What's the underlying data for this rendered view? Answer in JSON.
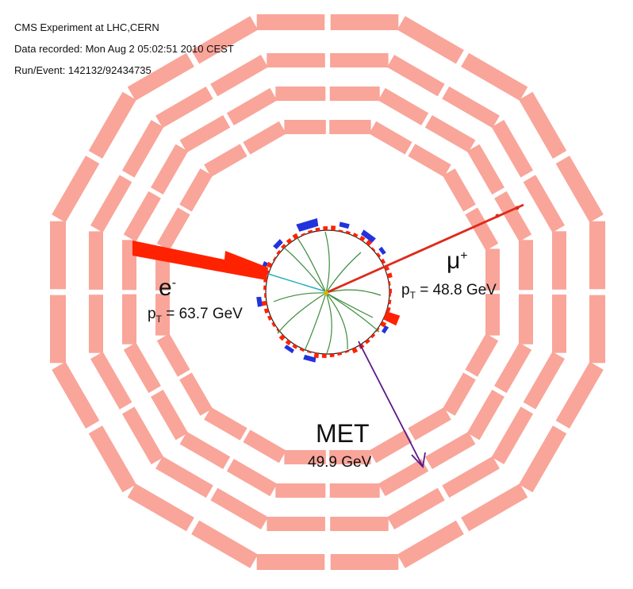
{
  "event_info": {
    "experiment": "CMS Experiment at LHC,CERN",
    "recorded": "Data recorded: Mon Aug 2 05:02:51 2010 CEST",
    "run_event": "Run/Event: 142132/92434735"
  },
  "labels": {
    "electron_symbol": "e",
    "electron_charge": "-",
    "electron_pt_prefix": "p",
    "electron_pt_sub": "T",
    "electron_pt_value": " = 63.7 GeV",
    "muon_symbol": "μ",
    "muon_charge": "+",
    "muon_pt_prefix": "p",
    "muon_pt_sub": "T",
    "muon_pt_value": " = 48.8 GeV",
    "met_title": "MET",
    "met_value": "49.9 GeV"
  },
  "colors": {
    "muon_detector": "#f9a59a",
    "electron_deposit": "#ff2200",
    "muon_track": "#dd2a1a",
    "electron_track": "#2ab0c0",
    "met_arrow": "#5a1a8a",
    "inner_tracks": "#3c8c3c",
    "hcal_blue": "#2233dd",
    "vertex": "#e0b000"
  }
}
